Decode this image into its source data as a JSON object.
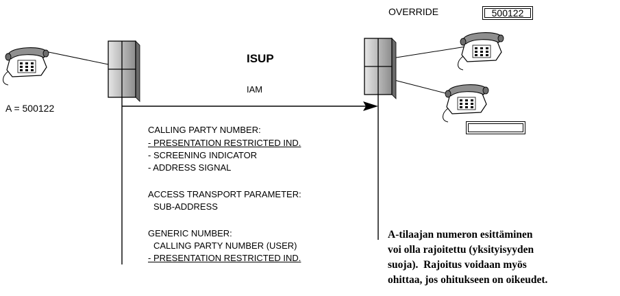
{
  "override_label": "OVERRIDE",
  "override_number": "500122",
  "protocol_label": "ISUP",
  "message_label": "IAM",
  "a_number_label": "A = 500122",
  "params": {
    "calling_party_number": "CALLING PARTY NUMBER:",
    "presentation_restricted_1": "- PRESENTATION RESTRICTED IND.",
    "screening_indicator": "- SCREENING INDICATOR",
    "address_signal": "- ADDRESS SIGNAL",
    "access_transport": "ACCESS TRANSPORT PARAMETER:",
    "sub_address": "SUB-ADDRESS",
    "generic_number": "GENERIC NUMBER:",
    "calling_party_number_user": "CALLING PARTY NUMBER (USER)",
    "presentation_restricted_2": "- PRESENTATION RESTRICTED IND."
  },
  "note_lines": [
    "A-tilaajan numeron esittäminen",
    "voi olla rajoitettu (yksityisyyden",
    "suoja).  Rajoitus voidaan myös",
    "ohittaa, jos ohitukseen on oikeudet."
  ]
}
